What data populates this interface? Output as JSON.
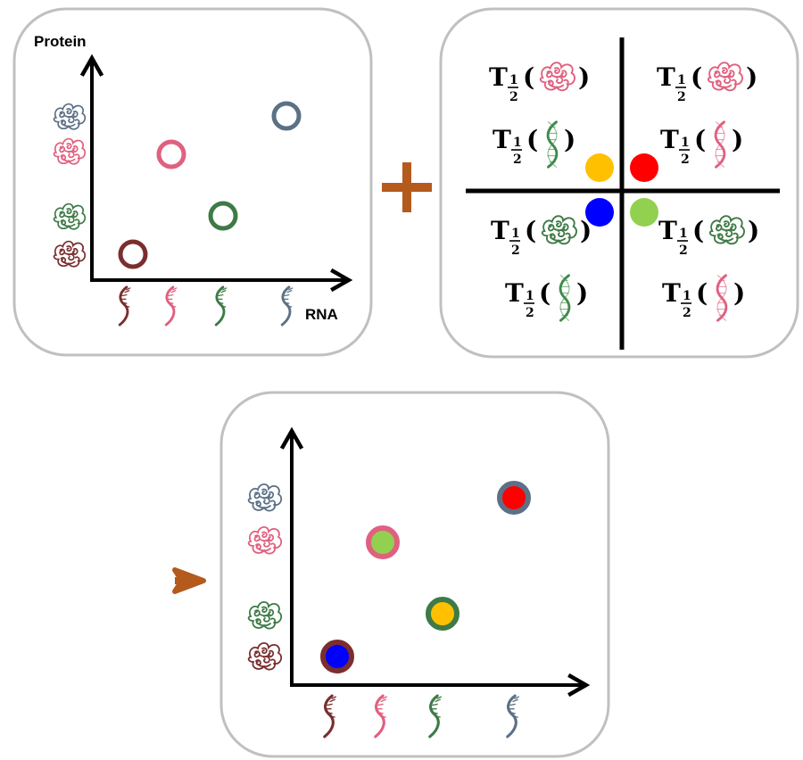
{
  "panel_a": {
    "y_axis_label": "Protein",
    "x_axis_label": "RNA"
  },
  "plus_sign": "+",
  "arrow": "➔",
  "panel_b": {
    "quadrants": [
      {
        "id": "top-left",
        "protein_color": "#e0607f",
        "rna_color": "#3e8a4a",
        "dot_color": "#ffc000"
      },
      {
        "id": "top-right",
        "protein_color": "#e0607f",
        "rna_color": "#e0607f",
        "dot_color": "#ff0000"
      },
      {
        "id": "bottom-left",
        "protein_color": "#3e7a46",
        "rna_color": "#3e8a4a",
        "dot_color": "#0000ff"
      },
      {
        "id": "bottom-right",
        "protein_color": "#3e7a46",
        "rna_color": "#e0607f",
        "dot_color": "#92d050"
      }
    ],
    "half_life_symbol": "T",
    "half_life_sub_num": "1",
    "half_life_sub_den": "2",
    "open_paren": "(",
    "close_paren": ")"
  },
  "colors": {
    "slate": "#5c7086",
    "pink": "#e0607f",
    "green": "#3e7a46",
    "maroon": "#7a2e2e",
    "brown_accent": "#b45a1c",
    "panel_border": "#c0c0c0",
    "yellow": "#ffc000",
    "red": "#ff0000",
    "blue": "#0000ff",
    "light_green": "#92d050"
  },
  "icons": [
    "protein-icon",
    "rna-icon",
    "plus-icon",
    "arrow-right-icon"
  ]
}
